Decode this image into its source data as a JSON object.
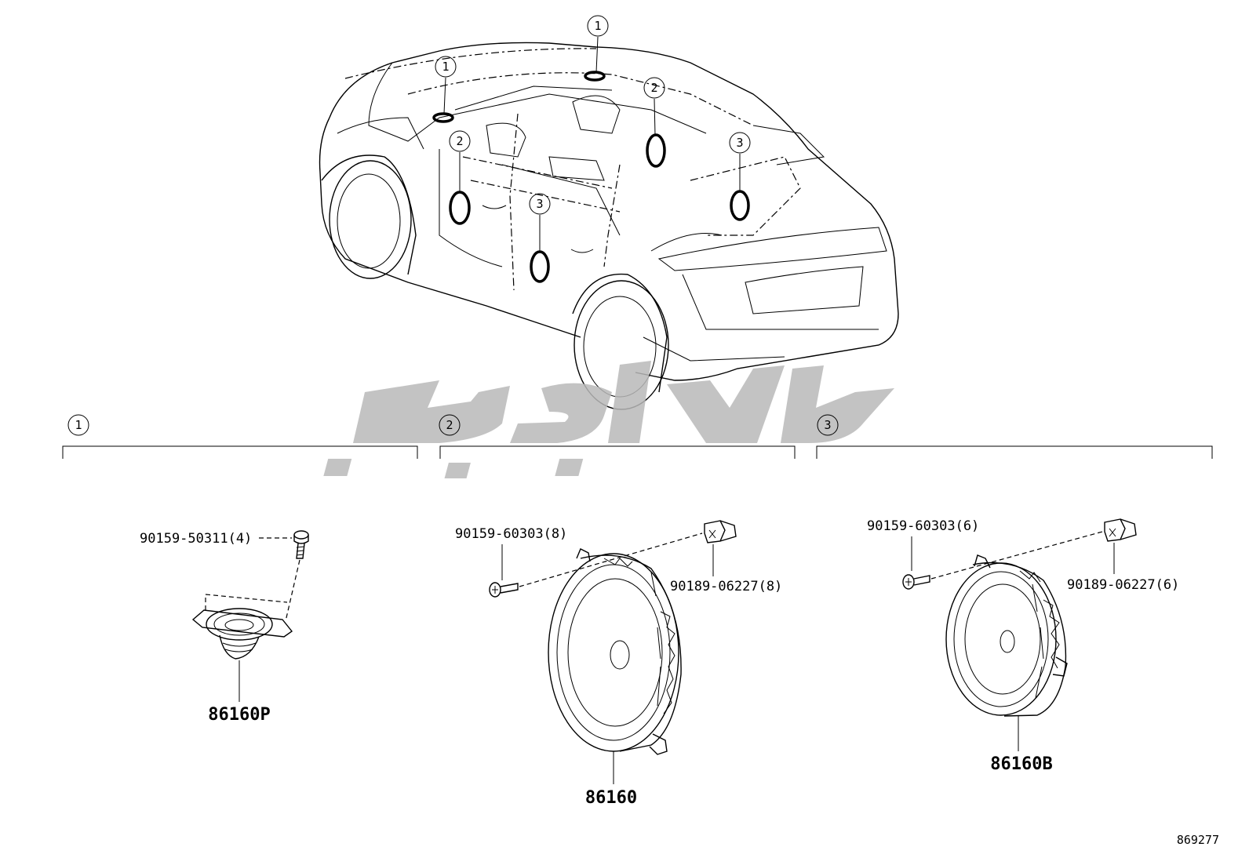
{
  "diagram": {
    "reference_number": "869277",
    "callouts": [
      "1",
      "2",
      "3"
    ],
    "groups": [
      {
        "callout": "1",
        "part_number": "86160P",
        "fasteners": [
          {
            "label": "90159-50311(4)",
            "icon": "screw-icon"
          }
        ]
      },
      {
        "callout": "2",
        "part_number": "86160",
        "fasteners": [
          {
            "label": "90159-60303(8)",
            "icon": "screw-icon"
          },
          {
            "label": "90189-06227(8)",
            "icon": "clip-nut-icon"
          }
        ]
      },
      {
        "callout": "3",
        "part_number": "86160B",
        "fasteners": [
          {
            "label": "90159-60303(6)",
            "icon": "screw-icon"
          },
          {
            "label": "90189-06227(6)",
            "icon": "clip-nut-icon"
          }
        ]
      }
    ],
    "vehicle_callouts": [
      "1",
      "1",
      "2",
      "2",
      "3",
      "3"
    ]
  }
}
